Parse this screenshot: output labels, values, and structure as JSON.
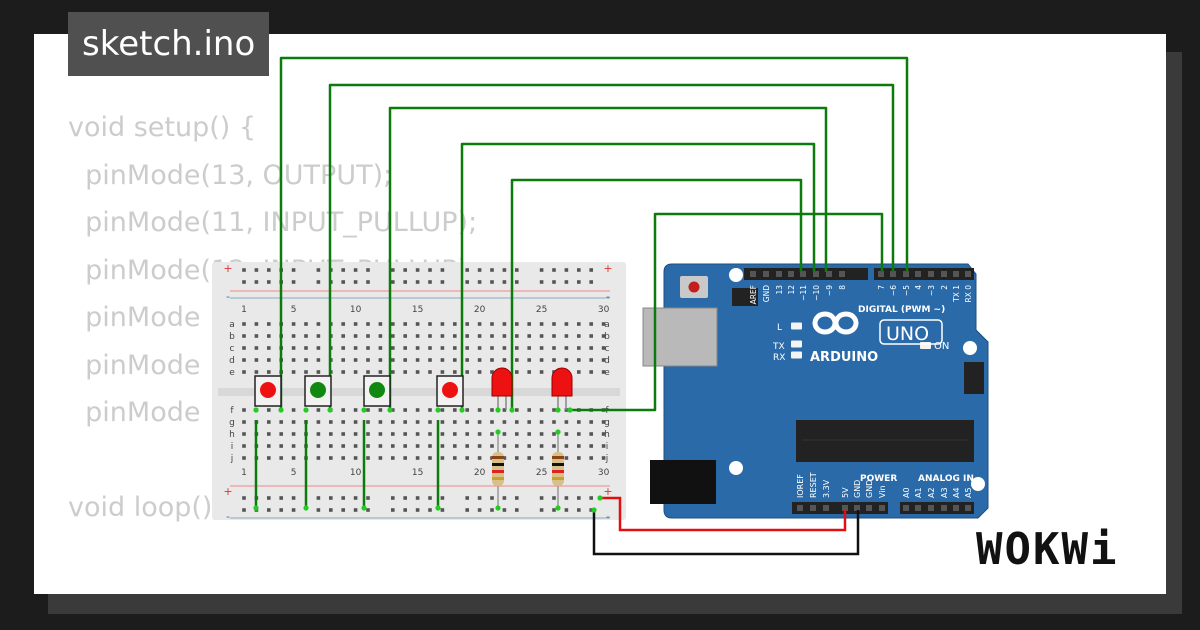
{
  "title": "sketch.ino",
  "code": "void setup() {\n  pinMode(13, OUTPUT);\n  pinMode(11, INPUT_PULLUP);\n  pinMode(12, INPUT_PULLUP);\n  pinMode\n  pinMode\n  pinMode\n\nvoid loop()",
  "board": {
    "brand": "ARDUINO",
    "model": "UNO",
    "digital_label": "DIGITAL (PWM ~)",
    "power_label": "POWER",
    "analog_label": "ANALOG IN",
    "on_label": "ON",
    "l_label": "L",
    "tx_label": "TX",
    "rx_label": "RX",
    "digital_pins": [
      "AREF",
      "GND",
      "13",
      "12",
      "~11",
      "~10",
      "~9",
      "8",
      "7",
      "~6",
      "~5",
      "4",
      "~3",
      "2",
      "TX 1",
      "RX 0"
    ],
    "power_pins": [
      "IOREF",
      "RESET",
      "3.3V",
      "5V",
      "GND",
      "GND",
      "Vin"
    ],
    "analog_pins": [
      "A0",
      "A1",
      "A2",
      "A3",
      "A4",
      "A5"
    ]
  },
  "breadboard": {
    "col_numbers": [
      "1",
      "5",
      "10",
      "15",
      "20",
      "25",
      "30"
    ],
    "row_letters_top": [
      "a",
      "b",
      "c",
      "d",
      "e"
    ],
    "row_letters_bottom": [
      "f",
      "g",
      "h",
      "i",
      "j"
    ],
    "plus": "+",
    "minus": "-"
  },
  "components": {
    "buttons": [
      {
        "color": "#ee1111"
      },
      {
        "color": "#118811"
      },
      {
        "color": "#118811"
      },
      {
        "color": "#ee1111"
      }
    ],
    "leds": [
      {
        "color": "#ee1111"
      },
      {
        "color": "#ee1111"
      }
    ],
    "resistors": 2
  },
  "colors": {
    "wire_green": "#0d7a0d",
    "wire_red": "#e01010",
    "wire_black": "#111111",
    "board_blue": "#2b6aa8",
    "breadboard": "#e9e9e9"
  },
  "brand_logo": "WOKWi"
}
